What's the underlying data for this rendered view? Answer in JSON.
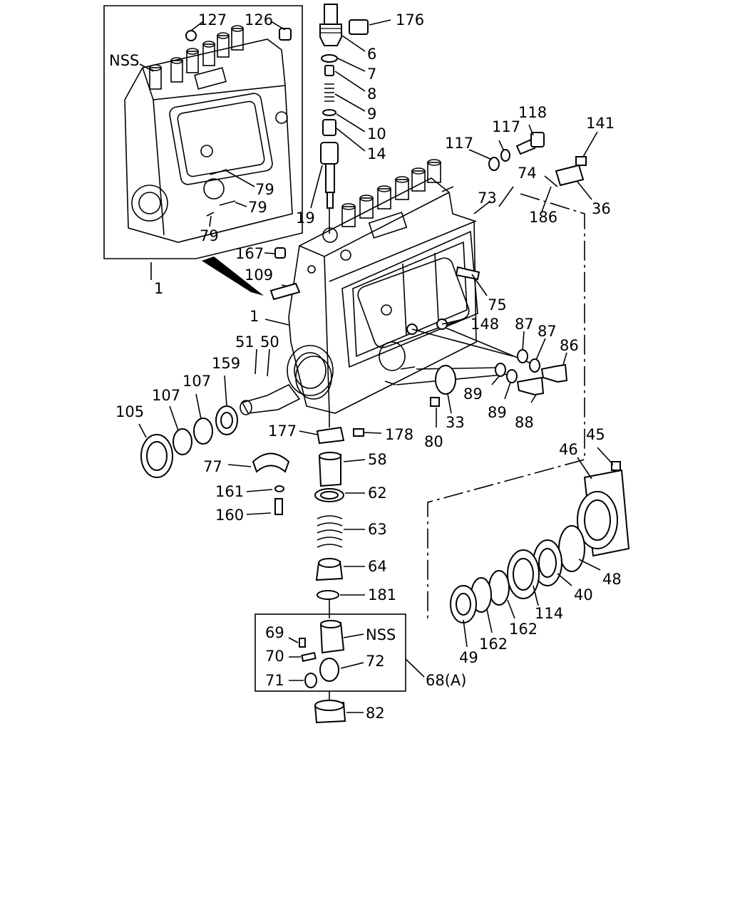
{
  "labels": {
    "p176": "176",
    "p127": "127",
    "p126": "126",
    "pNSS1": "NSS",
    "p6": "6",
    "p7": "7",
    "p8": "8",
    "p9": "9",
    "p10": "10",
    "p14": "14",
    "p118": "118",
    "p117a": "117",
    "p117b": "117",
    "p141": "141",
    "p74": "74",
    "p73": "73",
    "p186": "186",
    "p36": "36",
    "p79a": "79",
    "p79b": "79",
    "p79c": "79",
    "p19": "19",
    "p1a": "1",
    "p167": "167",
    "p109": "109",
    "p1b": "1",
    "p75": "75",
    "p148": "148",
    "p87a": "87",
    "p87b": "87",
    "p86": "86",
    "p51": "51",
    "p50": "50",
    "p159": "159",
    "p107a": "107",
    "p107b": "107",
    "p105": "105",
    "p89a": "89",
    "p89b": "89",
    "p88": "88",
    "p33": "33",
    "p80": "80",
    "p177": "177",
    "p178": "178",
    "p77": "77",
    "p58": "58",
    "p161": "161",
    "p62": "62",
    "p160": "160",
    "p63": "63",
    "p45": "45",
    "p46": "46",
    "p48": "48",
    "p40": "40",
    "p114": "114",
    "p162a": "162",
    "p162b": "162",
    "p49": "49",
    "p64": "64",
    "p181": "181",
    "p69": "69",
    "pNSS2": "NSS",
    "p70": "70",
    "p72": "72",
    "p71": "71",
    "p68": "68(A)",
    "p82": "82"
  }
}
